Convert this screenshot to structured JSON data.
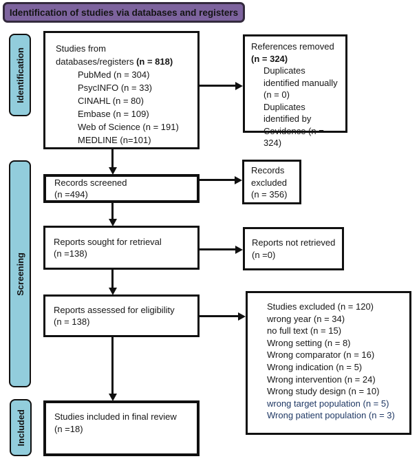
{
  "header": {
    "title": "Identification of studies via databases and registers"
  },
  "stages": {
    "identification": "Identification",
    "screening": "Screening",
    "included": "Included"
  },
  "flow": {
    "studies_from": {
      "line1": "Studies from",
      "line2": "databases/registers ",
      "line2_bold": "(n = 818)",
      "sources": [
        "PubMed (n = 304)",
        "PsycINFO (n = 33)",
        "CINAHL (n = 80)",
        "Embase (n = 109)",
        "Web of Science (n = 191)",
        "MEDLINE (n=101)"
      ]
    },
    "references_removed": {
      "title": "References removed",
      "count_bold": "(n = 324)",
      "lines": [
        "Duplicates",
        "identified manually",
        "(n = 0)",
        "Duplicates",
        "identified by",
        "Covidence (n = 324)"
      ]
    },
    "records_screened": {
      "title": "Records screened",
      "count": "(n =494)"
    },
    "records_excluded": {
      "lines": [
        "Records",
        "excluded",
        "(n = 356)"
      ]
    },
    "reports_sought": {
      "title": "Reports sought for retrieval",
      "count": "(n =138)"
    },
    "reports_not_retrieved": {
      "title": "Reports not retrieved",
      "count": "(n =0)"
    },
    "reports_assessed": {
      "title": "Reports assessed for eligibility",
      "count": "(n = 138)"
    },
    "studies_excluded": {
      "items": [
        "Studies excluded (n = 120)",
        "wrong year (n = 34)",
        "no full text (n = 15)",
        "Wrong setting (n = 8)",
        "Wrong comparator (n = 16)",
        "Wrong indication (n = 5)",
        "Wrong intervention (n = 24)",
        "Wrong study design (n = 10)",
        "wrong target population (n = 5)",
        "Wrong patient population (n = 3)"
      ]
    },
    "studies_included": {
      "title": "Studies included in final review",
      "count": "(n =18)"
    }
  },
  "colors": {
    "header_purple": "#7D639E",
    "stage_teal": "#92CDDC",
    "navy_text": "#1F3864",
    "border_black": "#101010"
  }
}
